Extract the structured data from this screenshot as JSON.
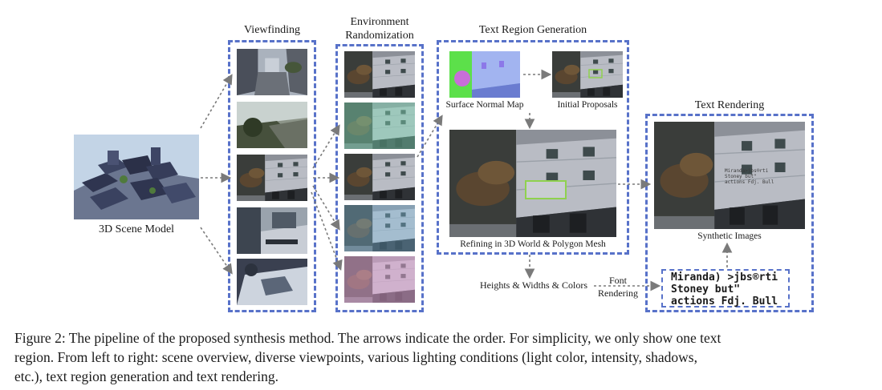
{
  "labels": {
    "scene_model": "3D Scene Model",
    "viewfinding": "Viewfinding",
    "env_rand_line1": "Environment",
    "env_rand_line2": "Randomization",
    "text_region_gen": "Text Region Generation",
    "surface_normal": "Surface Normal Map",
    "initial_proposals": "Initial Proposals",
    "refining": "Refining in 3D World & Polygon Mesh",
    "text_rendering": "Text Rendering",
    "synthetic_images": "Synthetic Images",
    "heights_widths": "Heights & Widths & Colors",
    "font_line1": "Font",
    "font_line2": "Rendering"
  },
  "font_sample": {
    "line1": "Miranda) >jbs®rti",
    "line2": "Stoney but\"",
    "line3": "actions Fdj. Bull"
  },
  "rendered_text": {
    "line1": "Miranda>jbs®rti",
    "line2": "Stoney but\"",
    "line3": "actions Fdj. Bull"
  },
  "caption": {
    "line1": "Figure 2: The pipeline of the proposed synthesis method. The arrows indicate the order. For simplicity, we only show one text",
    "line2": "region.  From left to right: scene overview, diverse viewpoints, various lighting conditions (light color, intensity, shadows,",
    "line3": "etc.), text region generation and text rendering."
  },
  "colors": {
    "dashed_box": "#5872c9",
    "arrow": "#7a7a7a",
    "proposal_outline": "#8fd14f",
    "tint_green": "#7fd6b4",
    "tint_blue": "#7fc0e6",
    "tint_pink": "#e8a6d6"
  }
}
